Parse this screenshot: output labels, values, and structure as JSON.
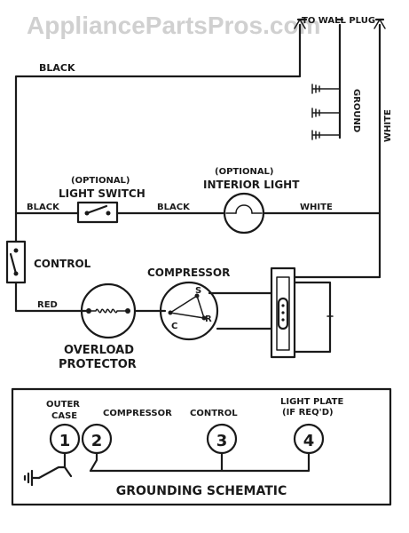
{
  "watermark": "AppliancePartsPros.com",
  "labels": {
    "to_wall_plug": "TO WALL PLUG",
    "black_top": "BLACK",
    "ground": "GROUND",
    "white_right": "WHITE",
    "optional_1": "(OPTIONAL)",
    "light_switch": "LIGHT SWITCH",
    "optional_2": "(OPTIONAL)",
    "interior_light": "INTERIOR LIGHT",
    "black_left": "BLACK",
    "black_mid": "BLACK",
    "white_mid": "WHITE",
    "control": "CONTROL",
    "compressor": "COMPRESSOR",
    "red": "RED",
    "terminal_s": "S",
    "terminal_c": "C",
    "terminal_r": "R",
    "overload": "OVERLOAD",
    "protector": "PROTECTOR"
  },
  "grounding": {
    "title": "GROUNDING SCHEMATIC",
    "outer": "OUTER",
    "case": "CASE",
    "compressor": "COMPRESSOR",
    "control": "CONTROL",
    "light_plate": "LIGHT PLATE",
    "if_reqd": "(IF REQ'D)",
    "nodes": [
      "1",
      "2",
      "3",
      "4"
    ]
  }
}
